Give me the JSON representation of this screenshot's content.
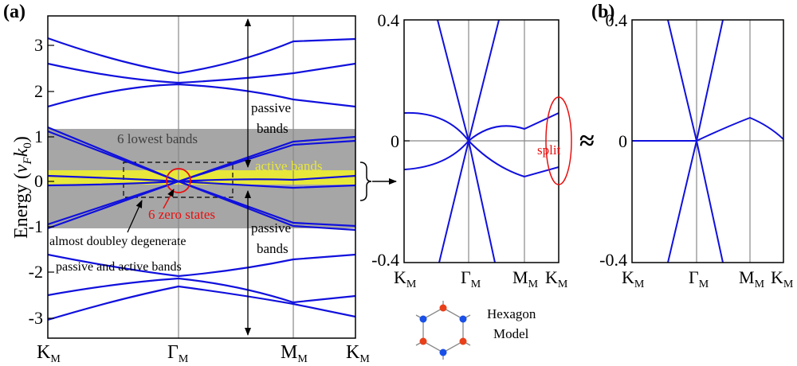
{
  "panel_labels": {
    "a": "(a)",
    "b": "(b)"
  },
  "kpath_main": "Γ",
  "kpath_sub": "M",
  "kpath_k": "K",
  "approx_symbol": "≈",
  "ylabel_main": {
    "pre": "Energy (",
    "v": "v",
    "F": "F",
    "k": "k",
    "zero": "0",
    "post": ")"
  },
  "annotations": {
    "lowest": "6 lowest bands",
    "active": "active bands",
    "zero_states": "6 zero states",
    "passive_top_1": "passive",
    "passive_top_2": "bands",
    "passive_bot_1": "passive",
    "passive_bot_2": "bands",
    "degenerate_1": "almost doubley degenerate",
    "degenerate_2": "passive and active bands",
    "split": "split"
  },
  "inset": {
    "line1": "Hexagon",
    "line2": "Model"
  },
  "colors": {
    "band": "#1010dd",
    "gray_band": "#a6a6a6",
    "yellow": "#e8e83a",
    "red": "#e81010",
    "node_red": "#e8401a",
    "node_blue": "#1a50e8"
  },
  "chart_data": [
    {
      "type": "line",
      "panel": "a-left",
      "xticks": [
        "K_M",
        "Γ_M",
        "M_M",
        "K_M"
      ],
      "yticks": [
        -3,
        -2,
        -1,
        0,
        1,
        2,
        3
      ],
      "ylim": [
        -3.45,
        3.45
      ],
      "series": [
        {
          "values": [
            [
              0,
              3.12
            ],
            [
              1,
              2.35
            ],
            [
              1.5,
              2.92
            ],
            [
              2,
              3.12
            ]
          ]
        },
        {
          "values": [
            [
              0,
              2.58
            ],
            [
              1,
              2.12
            ],
            [
              1.5,
              2.32
            ],
            [
              2,
              2.58
            ]
          ]
        },
        {
          "values": [
            [
              0,
              1.6
            ],
            [
              1,
              2.08
            ],
            [
              1.5,
              1.9
            ],
            [
              2,
              1.6
            ]
          ]
        },
        {
          "values": [
            [
              0,
              0.92
            ],
            [
              1,
              0
            ],
            [
              1.5,
              0.82
            ],
            [
              2,
              0.88
            ]
          ]
        },
        {
          "values": [
            [
              0,
              0.85
            ],
            [
              1,
              0
            ],
            [
              1.5,
              0.78
            ],
            [
              2,
              0.83
            ]
          ]
        },
        {
          "values": [
            [
              0,
              0.1
            ],
            [
              1,
              0
            ],
            [
              1.5,
              0.04
            ],
            [
              2,
              0.1
            ]
          ]
        },
        {
          "values": [
            [
              0,
              -0.08
            ],
            [
              1,
              0
            ],
            [
              1.5,
              -0.1
            ],
            [
              2,
              -0.08
            ]
          ]
        },
        {
          "values": [
            [
              0,
              -0.85
            ],
            [
              1,
              0
            ],
            [
              1.5,
              -0.8
            ],
            [
              2,
              -0.85
            ]
          ]
        },
        {
          "values": [
            [
              0,
              -0.92
            ],
            [
              1,
              0
            ],
            [
              1.5,
              -0.88
            ],
            [
              2,
              -0.92
            ]
          ]
        },
        {
          "values": [
            [
              0,
              -1.6
            ],
            [
              1,
              -2.08
            ],
            [
              1.5,
              -1.9
            ],
            [
              2,
              -1.6
            ]
          ]
        },
        {
          "values": [
            [
              0,
              -2.55
            ],
            [
              1,
              -2.12
            ],
            [
              1.5,
              -2.72
            ],
            [
              2,
              -2.3
            ]
          ]
        },
        {
          "values": [
            [
              0,
              -3.08
            ],
            [
              1,
              -2.32
            ],
            [
              1.5,
              -2.65
            ],
            [
              2,
              -3.0
            ]
          ]
        }
      ],
      "gray_band_range": [
        -1.05,
        1.1
      ],
      "yellow_band_range": [
        -0.12,
        0.18
      ]
    },
    {
      "type": "line",
      "panel": "a-right",
      "xticks": [
        "K_M",
        "Γ_M",
        "M_M",
        "K_M"
      ],
      "yticks": [
        -0.4,
        0,
        0.4
      ],
      "ylim": [
        -0.4,
        0.4
      ],
      "series": [
        {
          "values": [
            [
              0,
              0.09
            ],
            [
              1,
              0
            ],
            [
              1.5,
              0.04
            ],
            [
              2,
              0.09
            ]
          ]
        },
        {
          "values": [
            [
              0,
              -0.09
            ],
            [
              1,
              0
            ],
            [
              1.5,
              -0.11
            ],
            [
              2,
              -0.09
            ]
          ]
        }
      ]
    },
    {
      "type": "line",
      "panel": "b",
      "xticks": [
        "K_M",
        "Γ_M",
        "M_M",
        "K_M"
      ],
      "yticks": [
        -0.4,
        0,
        0.4
      ],
      "ylim": [
        -0.4,
        0.4
      ],
      "series": [
        {
          "values": [
            [
              0,
              0
            ],
            [
              1,
              0
            ],
            [
              1.5,
              0.07
            ],
            [
              2,
              0
            ]
          ]
        }
      ]
    }
  ]
}
